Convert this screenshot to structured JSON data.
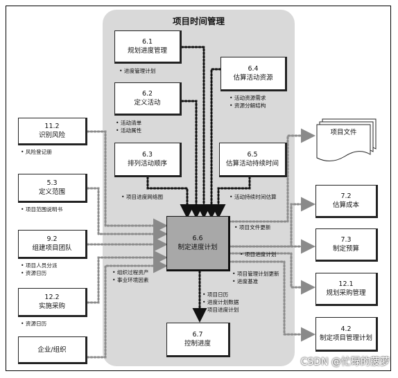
{
  "title": "项目时间管理",
  "processes": {
    "p61": {
      "num": "6.1",
      "name": "规划进度管理"
    },
    "p62": {
      "num": "6.2",
      "name": "定义活动"
    },
    "p63": {
      "num": "6.3",
      "name": "排列活动顺序"
    },
    "p64": {
      "num": "6.4",
      "name": "估算活动资源"
    },
    "p65": {
      "num": "6.5",
      "name": "估算活动持续时间"
    },
    "p66": {
      "num": "6.6",
      "name": "制定进度计划"
    },
    "p67": {
      "num": "6.7",
      "name": "控制进度"
    }
  },
  "external_left": {
    "p112": {
      "num": "11.2",
      "name": "识别风险"
    },
    "p53": {
      "num": "5.3",
      "name": "定义范围"
    },
    "p92": {
      "num": "9.2",
      "name": "组建项目团队"
    },
    "p122": {
      "num": "12.2",
      "name": "实施采购"
    },
    "ent": {
      "name": "企业/组织"
    }
  },
  "external_right": {
    "docs": {
      "name": "项目文件"
    },
    "p72": {
      "num": "7.2",
      "name": "估算成本"
    },
    "p73": {
      "num": "7.3",
      "name": "制定预算"
    },
    "p121": {
      "num": "12.1",
      "name": "规划采购管理"
    },
    "p42": {
      "num": "4.2",
      "name": "制定项目管理计划"
    }
  },
  "annotations": {
    "a61": [
      "进度管理计划"
    ],
    "a62": [
      "活动清单",
      "活动属性"
    ],
    "a63": [
      "项目进度网络图"
    ],
    "a64": [
      "活动资源需求",
      "资源分解结构"
    ],
    "a65": [
      "活动持续时间估算"
    ],
    "a112": [
      "风险登记册"
    ],
    "a53": [
      "项目范围说明书"
    ],
    "a92": [
      "项目人员分派",
      "资源日历"
    ],
    "a122": [
      "资源日历"
    ],
    "a_ent": [
      "组织过程资产",
      "事业环境因素"
    ],
    "a_docs": [
      "项目文件更新"
    ],
    "a_plan": [
      "项目进度计划"
    ],
    "a_pm": [
      "项目管理计划更新",
      "进度基准"
    ],
    "a67": [
      "项目日历",
      "进度计划数据",
      "项目进度计划"
    ]
  },
  "watermark": "CSDN @忙碌的菠萝"
}
